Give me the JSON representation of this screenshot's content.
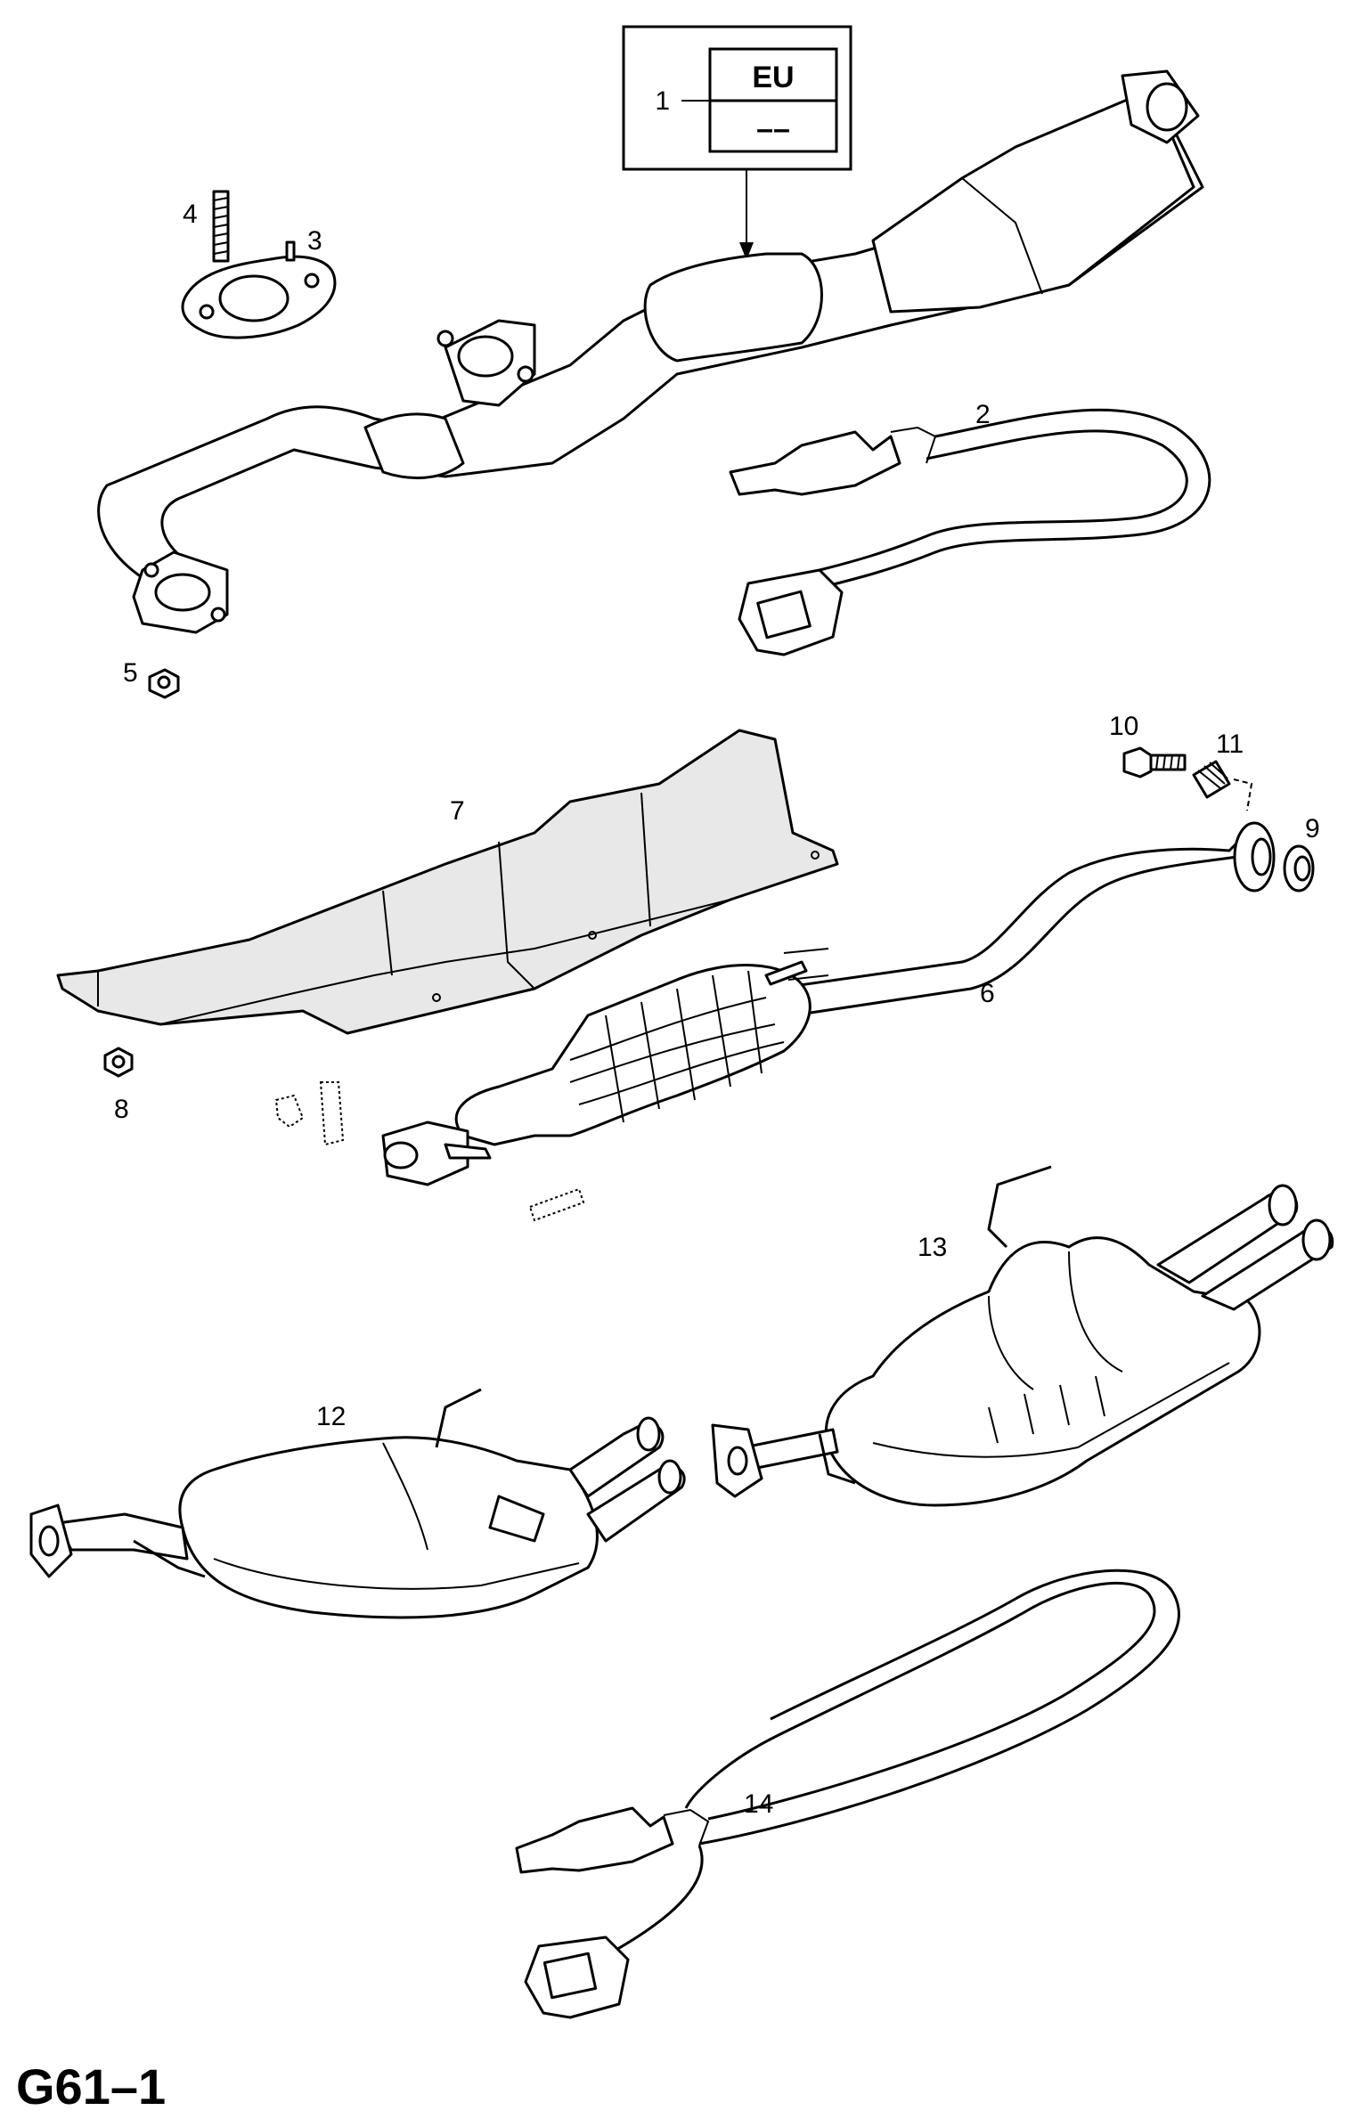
{
  "diagram": {
    "page_id": "G61–1",
    "legend_box": {
      "top": "EU",
      "bottom": "––"
    },
    "part_numbers": {
      "p1": "1",
      "p2": "2",
      "p3": "3",
      "p4": "4",
      "p5": "5",
      "p6": "6",
      "p7": "7",
      "p8": "8",
      "p9": "9",
      "p10": "10",
      "p11": "11",
      "p12": "12",
      "p13": "13",
      "p14": "14"
    }
  }
}
